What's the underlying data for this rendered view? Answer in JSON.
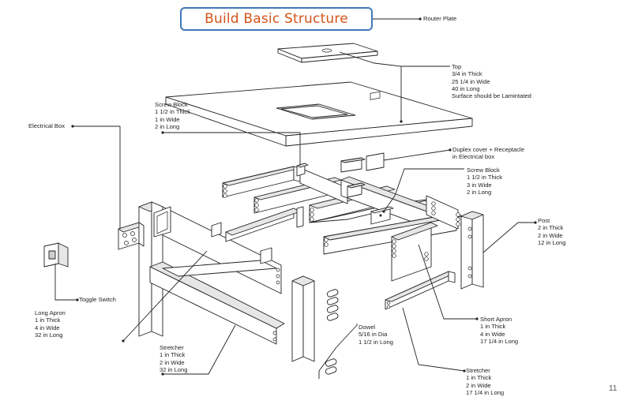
{
  "title": "Build Basic Structure",
  "page_number": "11",
  "labels": {
    "router_plate": [
      "Router Plate"
    ],
    "top": [
      "Top",
      "3/4 in Thick",
      "25 1/4 in Wide",
      "40 in Long",
      "Surface should be Lamintated"
    ],
    "screw_block_top": [
      "Screw Block",
      "1 1/2 in Thick",
      "1 in Wide",
      "2 in Long"
    ],
    "electrical_box": [
      "Electrical Box"
    ],
    "duplex": [
      "Duplex cover + Receptacle",
      "in Electrical box"
    ],
    "screw_block_right": [
      "Screw Block",
      "1 1/2 in Thick",
      "3 in Wide",
      "2 in Long"
    ],
    "post": [
      "Post",
      "2 in Thick",
      "2 in Wide",
      "12 in Long"
    ],
    "toggle_switch": [
      "Toggle Switch"
    ],
    "long_apron": [
      "Long Apron",
      "1 in Thick",
      "4 in Wide",
      "32 in Long"
    ],
    "dowel": [
      "Dowel",
      "5/16 in Dia",
      "1 1/2 in Long"
    ],
    "short_apron": [
      "Short Apron",
      "1 in Thick",
      "4 in Wide",
      "17 1/4 in Long"
    ],
    "stretcher_left": [
      "Stretcher",
      "1 in Thick",
      "2 in Wide",
      "32 in Long"
    ],
    "stretcher_right": [
      "Stretcher",
      "1 in Thick",
      "2 in Wide",
      "17 1/4 in Long"
    ]
  }
}
